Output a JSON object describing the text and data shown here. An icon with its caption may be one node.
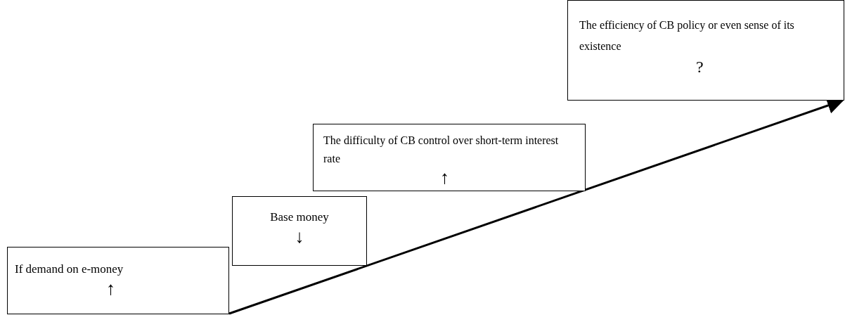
{
  "diagram": {
    "nodes": [
      {
        "text": [
          "If demand on e-money",
          "↑"
        ]
      },
      {
        "text": [
          "Base money",
          "↓"
        ]
      },
      {
        "text": [
          "The difficulty of CB control over short-term interest rate",
          "↑"
        ]
      },
      {
        "text": [
          "The efficiency of CB policy or even sense of its existence",
          "?"
        ]
      }
    ],
    "edges": [
      {
        "from": 0,
        "to": 3,
        "arrow": "to"
      }
    ]
  }
}
